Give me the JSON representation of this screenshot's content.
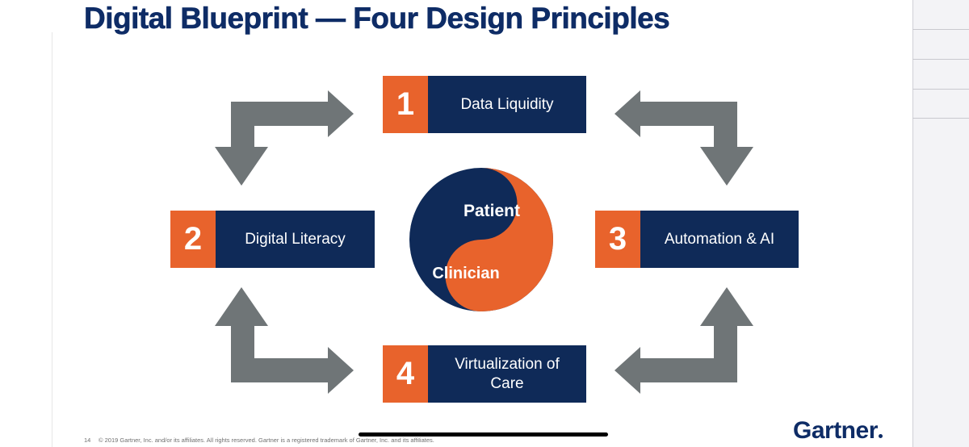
{
  "slide": {
    "title": "Digital Blueprint — Four Design Principles",
    "principles": [
      {
        "number": "1",
        "label": "Data Liquidity"
      },
      {
        "number": "2",
        "label": "Digital Literacy"
      },
      {
        "number": "3",
        "label": "Automation & AI"
      },
      {
        "number": "4",
        "label": "Virtualization of Care"
      }
    ],
    "center": {
      "top_label": "Patient",
      "bottom_label": "Clinician"
    },
    "footer": {
      "page_number": "14",
      "copyright": "© 2019 Gartner, Inc. and/or its affiliates. All rights reserved. Gartner is a registered trademark of Gartner, Inc. and its affiliates.",
      "logo_text": "Gartner"
    }
  },
  "colors": {
    "navy": "#0f2a58",
    "orange": "#e8632c",
    "arrow_gray": "#6f7577",
    "title_navy": "#0e2c66"
  },
  "icons": {
    "arrows": "bent-double-arrow-icon",
    "center": "yin-yang-icon"
  }
}
